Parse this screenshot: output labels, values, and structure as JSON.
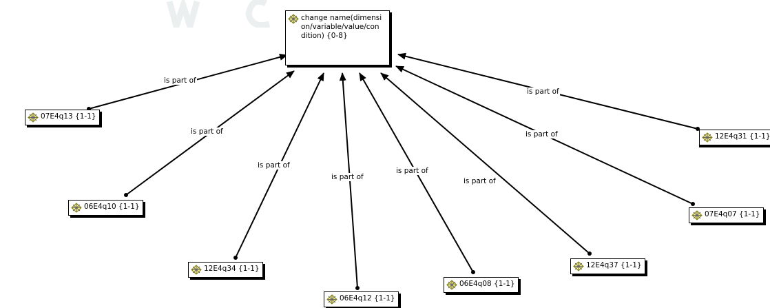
{
  "center": {
    "label": "change name(dimension/variable/value/condition) {0-8}",
    "icon": "quotation-icon"
  },
  "relation_label": "is part of",
  "nodes": [
    {
      "id": "n1",
      "label": "07E4q13 {1-1}",
      "icon": "quotation-icon"
    },
    {
      "id": "n2",
      "label": "06E4q10 {1-1}",
      "icon": "quotation-icon"
    },
    {
      "id": "n3",
      "label": "12E4q34 {1-1}",
      "icon": "quotation-icon"
    },
    {
      "id": "n4",
      "label": "06E4q12 {1-1}",
      "icon": "quotation-icon"
    },
    {
      "id": "n5",
      "label": "06E4q08 {1-1}",
      "icon": "quotation-icon"
    },
    {
      "id": "n6",
      "label": "12E4q37 {1-1}",
      "icon": "quotation-icon"
    },
    {
      "id": "n7",
      "label": "07E4q07 {1-1}",
      "icon": "quotation-icon"
    },
    {
      "id": "n8",
      "label": "12E4q31 {1-1}",
      "icon": "quotation-icon"
    }
  ],
  "colors": {
    "icon_fill": "#f7f08a",
    "icon_stroke": "#7a7a00",
    "line": "#000000"
  }
}
